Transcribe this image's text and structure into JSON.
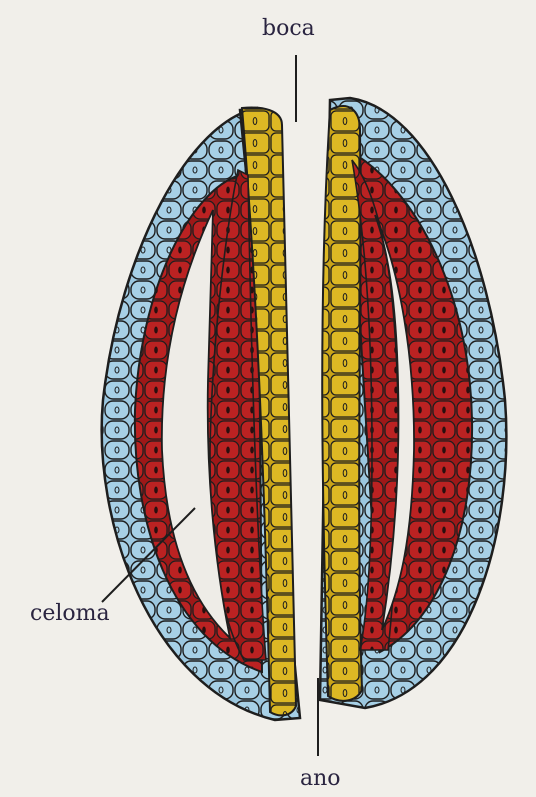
{
  "labels": {
    "top": "boca",
    "bottom": "ano",
    "left": "celoma"
  },
  "colors": {
    "background": "#f1efea",
    "ectoderm": "#9cc7df",
    "mesoderm": "#b41f1f",
    "endoderm": "#d8b421",
    "cell_outline": "#1e1e1e",
    "nucleus": "#1e1e1e",
    "cavity": "#eeece7"
  }
}
